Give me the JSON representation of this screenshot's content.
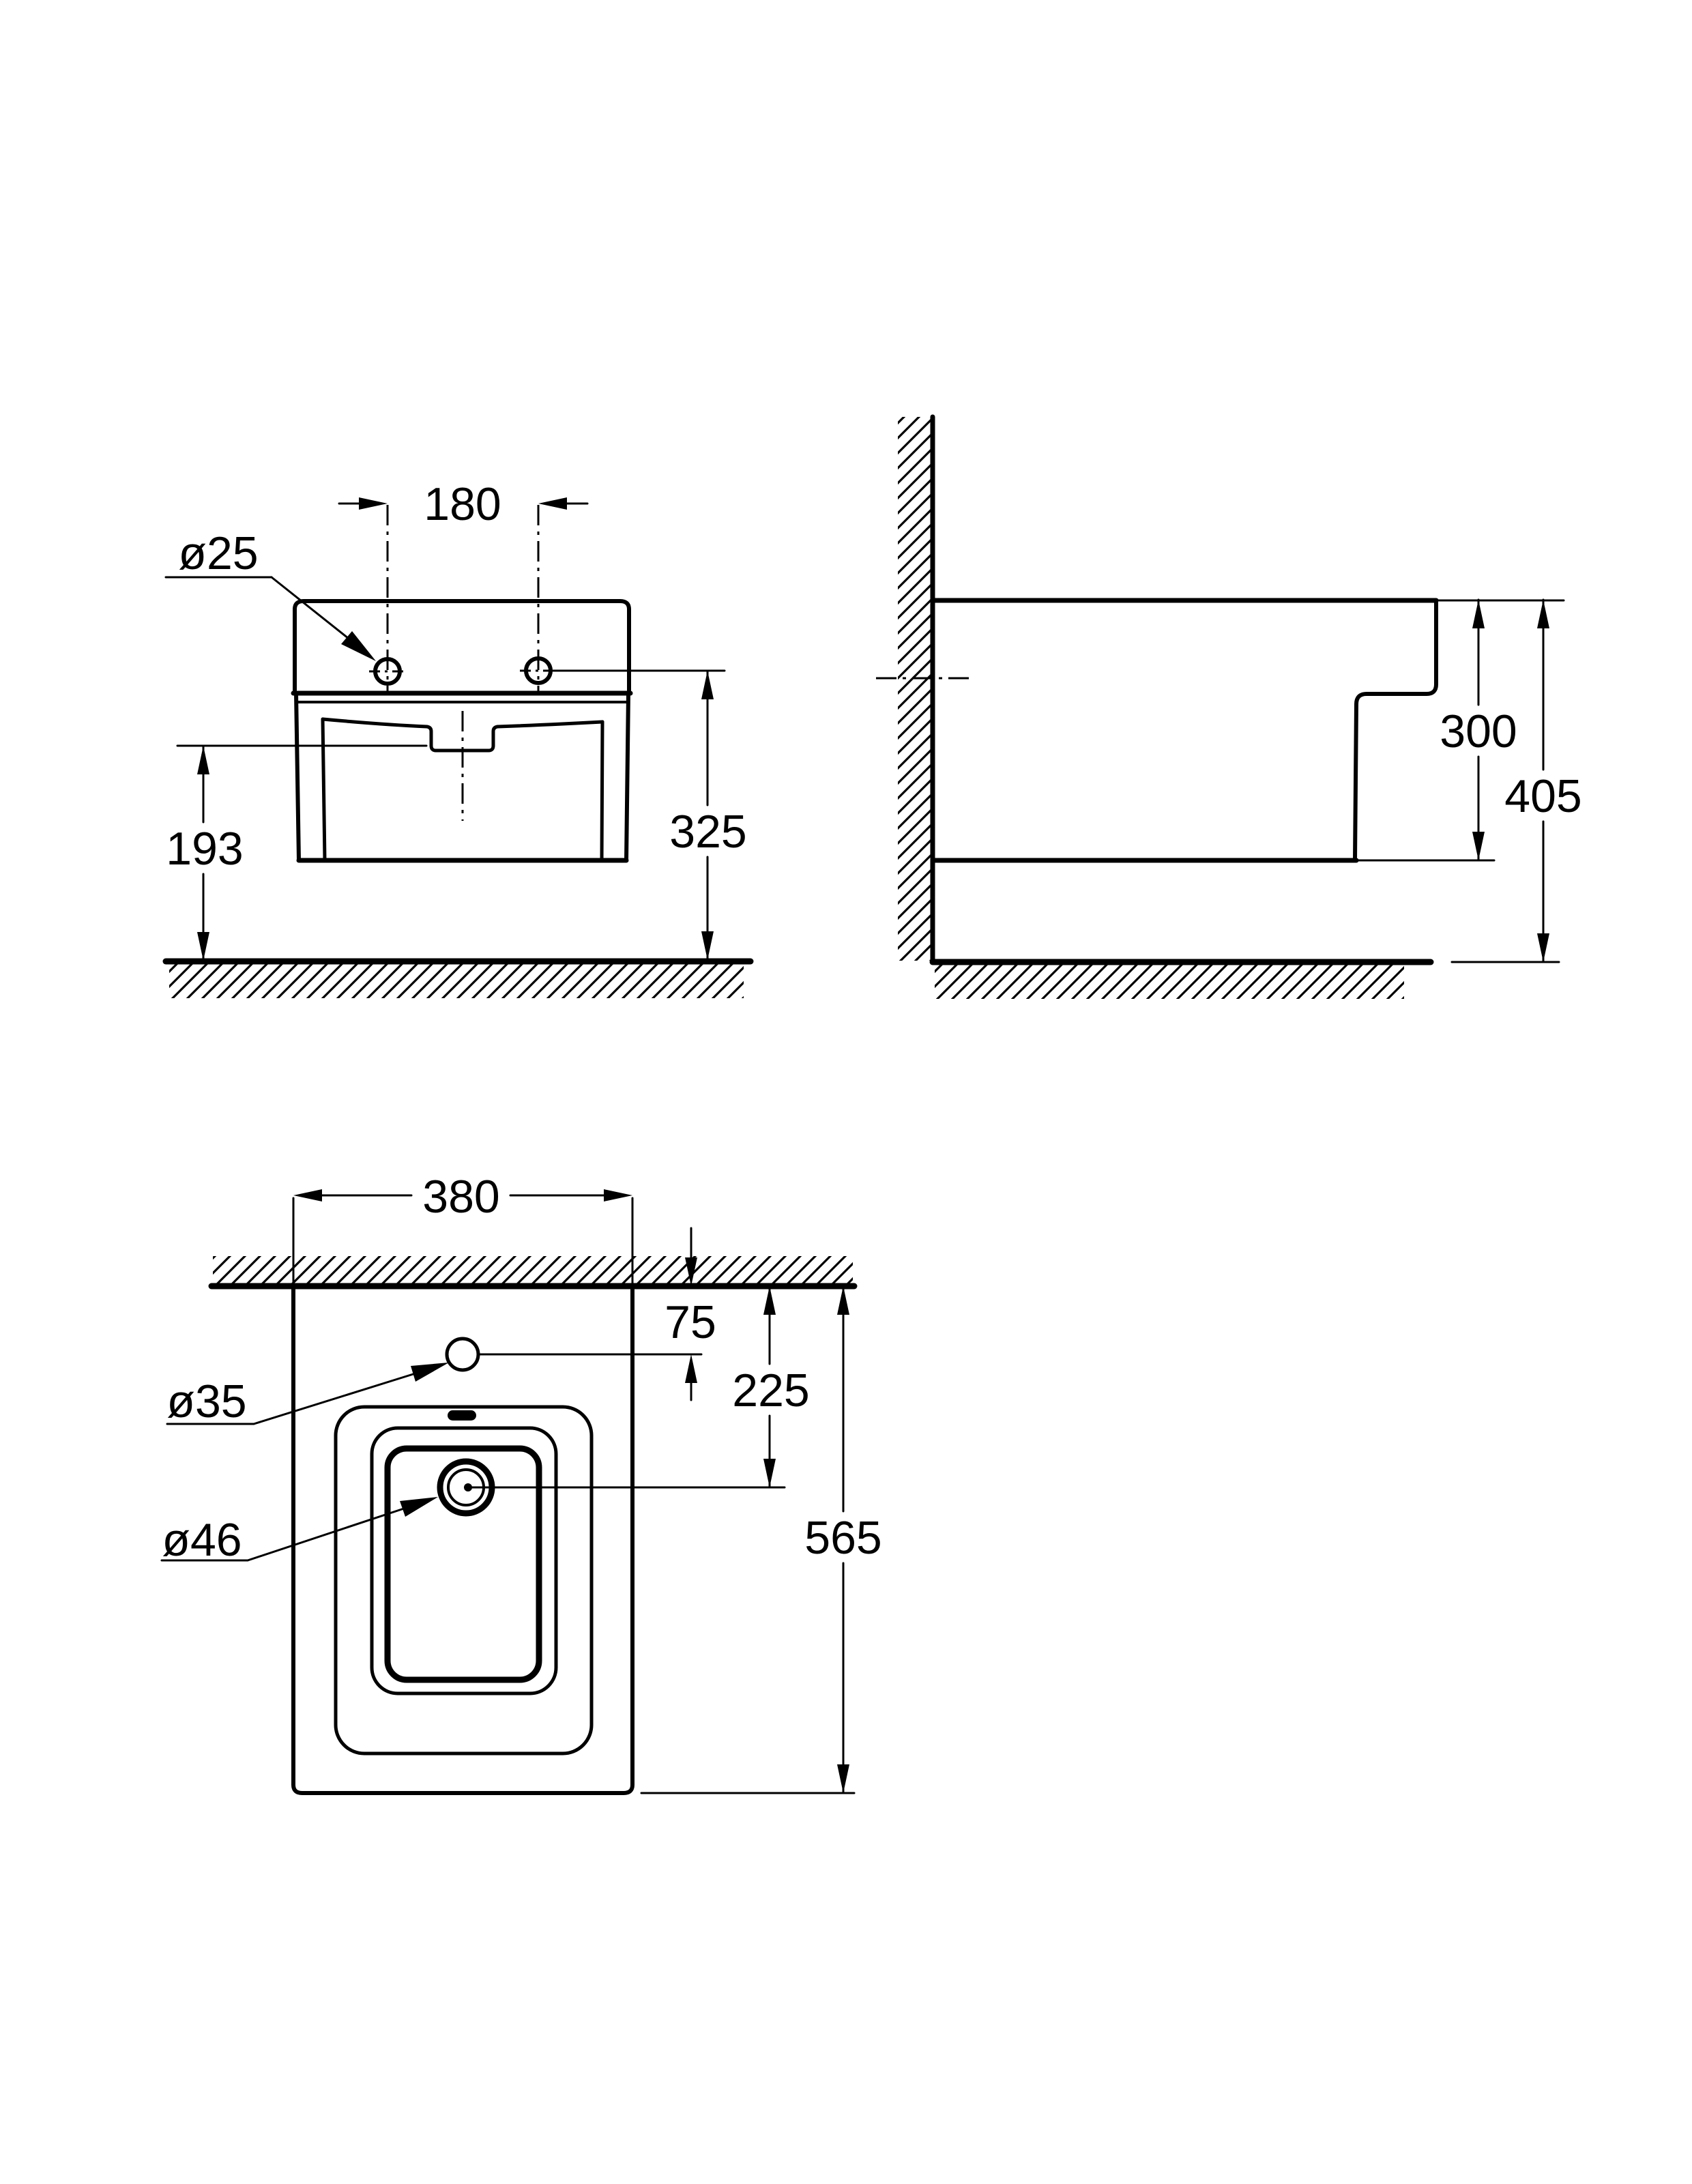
{
  "drawing": {
    "type": "technical-dimension-drawing",
    "ink_color": "#000000",
    "background_color": "#ffffff",
    "front_view": {
      "dims": {
        "hole_spacing": "180",
        "hole_diameter": "ø25",
        "reference_height": "193",
        "hole_height": "325"
      }
    },
    "side_view": {
      "dims": {
        "body_height": "300",
        "top_height": "405"
      }
    },
    "plan_view": {
      "dims": {
        "width": "380",
        "tap_hole_offset": "75",
        "drain_offset": "225",
        "depth": "565",
        "tap_hole_diameter": "ø35",
        "drain_diameter": "ø46"
      }
    }
  }
}
